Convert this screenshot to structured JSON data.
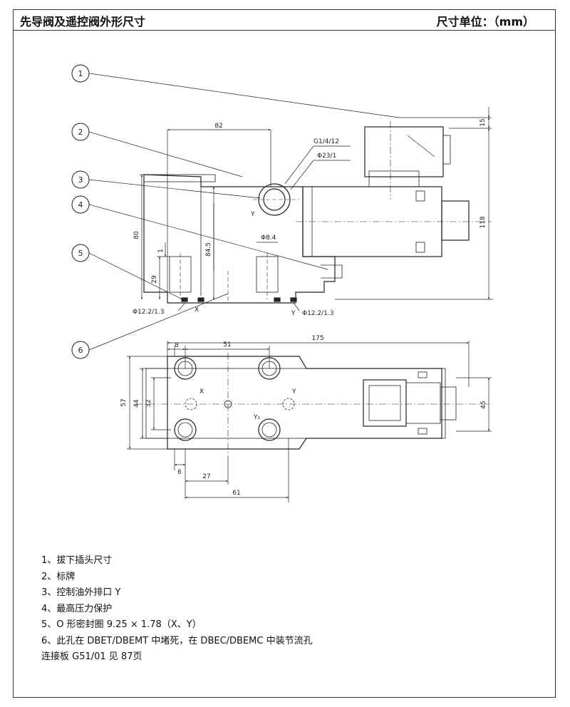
{
  "header": {
    "title": "先导阀及遥控阀外形尺寸",
    "unit": "尺寸单位：（mm）"
  },
  "callouts": [
    "1",
    "2",
    "3",
    "4",
    "5",
    "6"
  ],
  "front_view": {
    "dim_82": "82",
    "port_thread": "G1/4/12",
    "port_dia": "Φ23/1",
    "dim_15": "15",
    "dim_118": "118",
    "dim_80": "80",
    "dim_84_5": "84.5",
    "dim_phi8_4": "Φ8.4",
    "dim_29": "29",
    "dim_1": "1",
    "seal_left": "Φ12.2/1.3",
    "seal_right": "Φ12.2/1.3",
    "port_y_top": "Y",
    "port_x": "X",
    "port_y": "Y"
  },
  "top_view": {
    "dim_175": "175",
    "dim_8": "8",
    "dim_51": "51",
    "dim_57": "57",
    "dim_44": "44",
    "dim_32": "32",
    "dim_45": "45",
    "dim_6": "6",
    "dim_27": "27",
    "dim_61": "61",
    "label_x": "X",
    "label_y": "Y",
    "label_y1": "Y₁"
  },
  "notes": [
    "1、拔下插头尺寸",
    "2、标牌",
    "3、控制油外排口 Y",
    "4、最高压力保护",
    "5、O 形密封圈 9.25 × 1.78（X、Y）",
    "6、此孔在 DBET/DBEMT 中堵死，在 DBEC/DBEMC 中装节流孔",
    "连接板 G51/01     见 87页"
  ]
}
